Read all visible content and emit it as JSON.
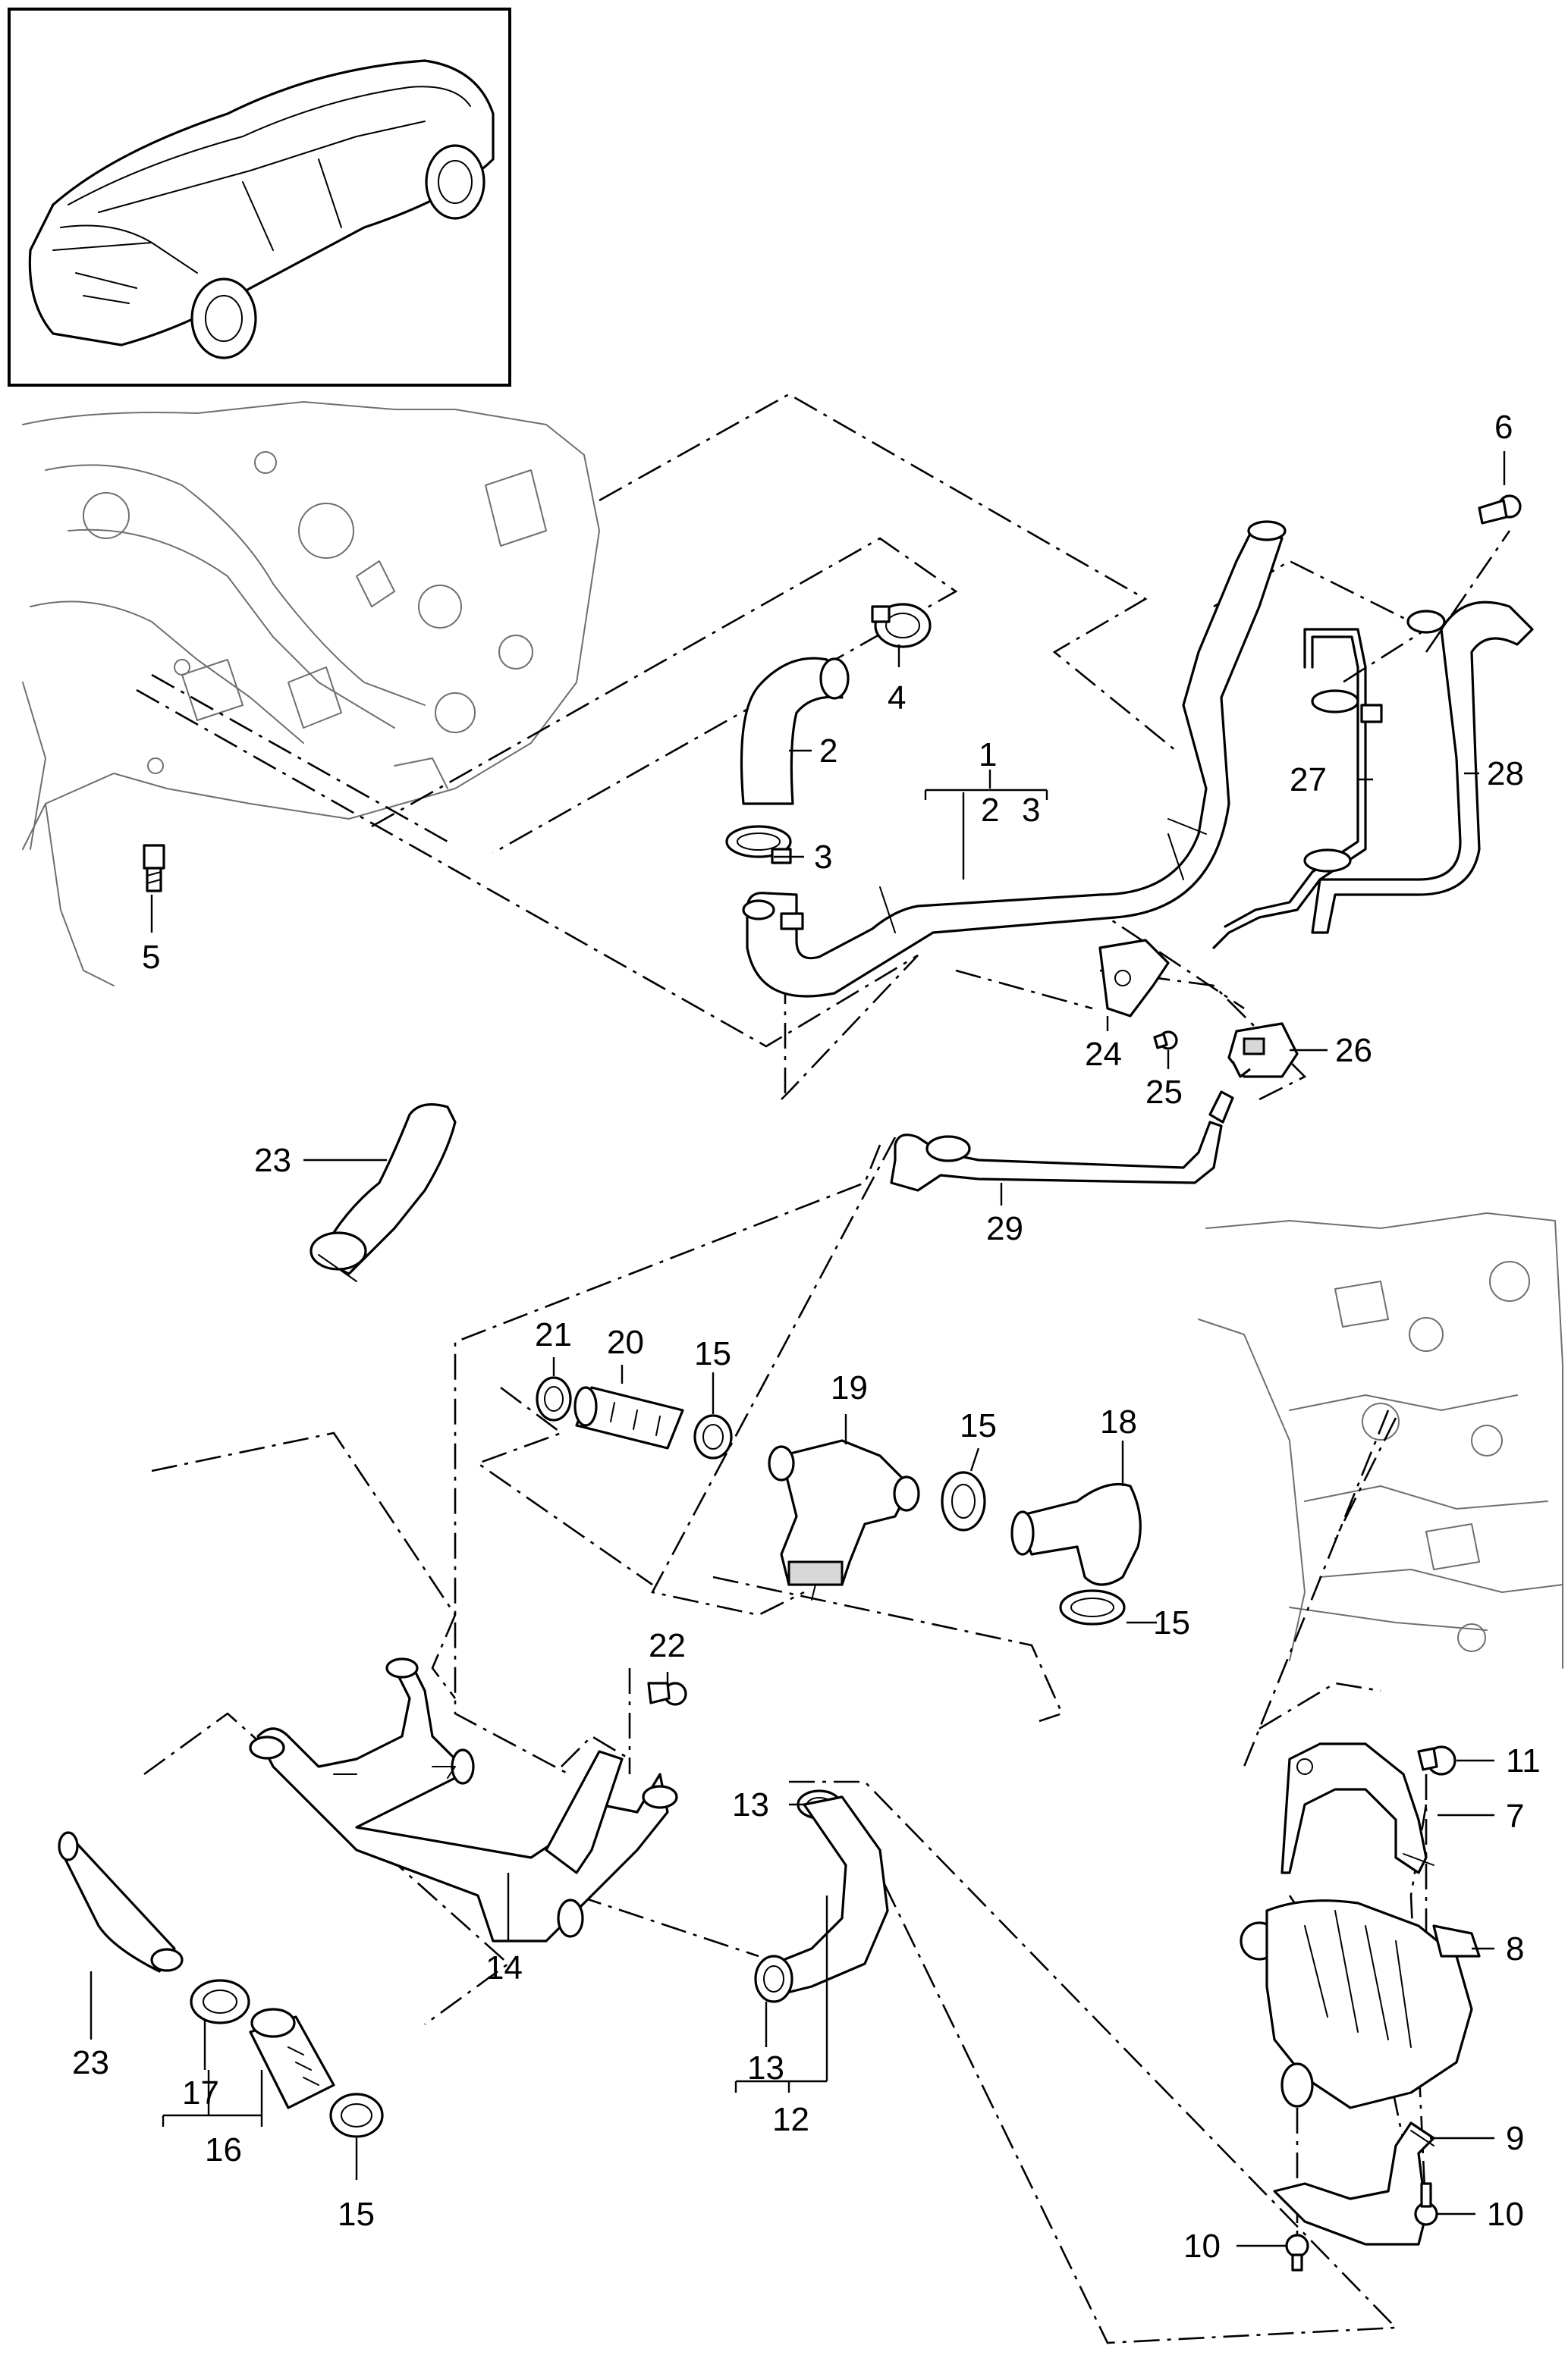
{
  "callouts": [
    {
      "id": "c1",
      "label": "1"
    },
    {
      "id": "c1a",
      "label": "2"
    },
    {
      "id": "c1b",
      "label": "3"
    },
    {
      "id": "c2",
      "label": "2"
    },
    {
      "id": "c3",
      "label": "3"
    },
    {
      "id": "c4",
      "label": "4"
    },
    {
      "id": "c5",
      "label": "5"
    },
    {
      "id": "c6",
      "label": "6"
    },
    {
      "id": "c7",
      "label": "7"
    },
    {
      "id": "c8",
      "label": "8"
    },
    {
      "id": "c9",
      "label": "9"
    },
    {
      "id": "c10a",
      "label": "10"
    },
    {
      "id": "c10b",
      "label": "10"
    },
    {
      "id": "c11",
      "label": "11"
    },
    {
      "id": "c12",
      "label": "12"
    },
    {
      "id": "c13a",
      "label": "13"
    },
    {
      "id": "c13b",
      "label": "13"
    },
    {
      "id": "c14",
      "label": "14"
    },
    {
      "id": "c15a",
      "label": "15"
    },
    {
      "id": "c15b",
      "label": "15"
    },
    {
      "id": "c15c",
      "label": "15"
    },
    {
      "id": "c15d",
      "label": "15"
    },
    {
      "id": "c16",
      "label": "16"
    },
    {
      "id": "c17",
      "label": "17"
    },
    {
      "id": "c18",
      "label": "18"
    },
    {
      "id": "c19",
      "label": "19"
    },
    {
      "id": "c20",
      "label": "20"
    },
    {
      "id": "c21",
      "label": "21"
    },
    {
      "id": "c22",
      "label": "22"
    },
    {
      "id": "c23a",
      "label": "23"
    },
    {
      "id": "c23b",
      "label": "23"
    },
    {
      "id": "c24",
      "label": "24"
    },
    {
      "id": "c25",
      "label": "25"
    },
    {
      "id": "c26",
      "label": "26"
    },
    {
      "id": "c27",
      "label": "27"
    },
    {
      "id": "c28",
      "label": "28"
    },
    {
      "id": "c29",
      "label": "29"
    }
  ]
}
